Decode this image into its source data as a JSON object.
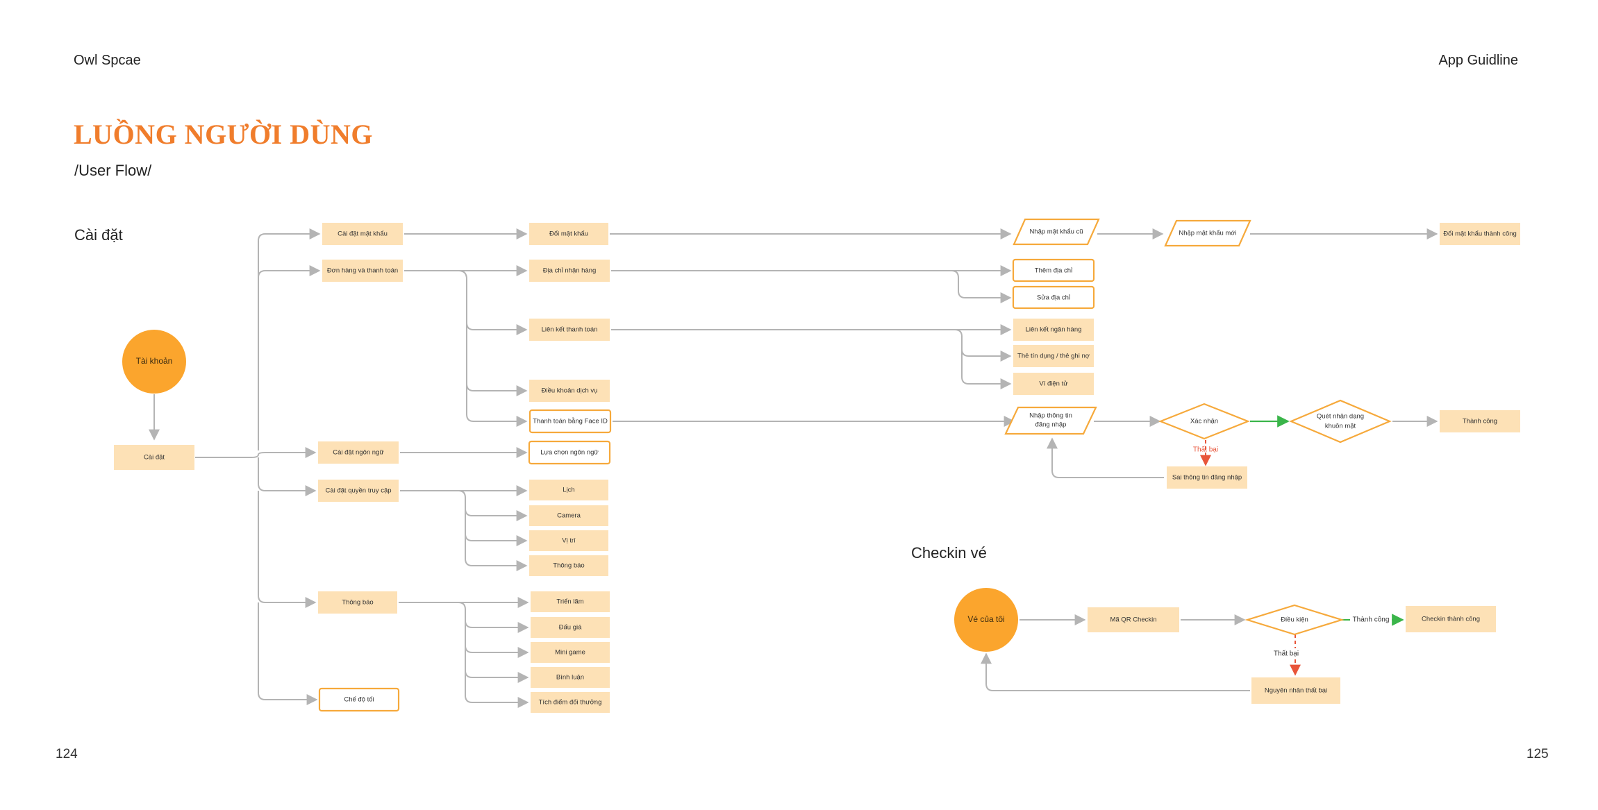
{
  "header": {
    "left": "Owl Spcae",
    "right": "App Guidline"
  },
  "title": "LUỒNG NGƯỜI DÙNG",
  "subtitle": "/User Flow/",
  "sections": {
    "settings": "Cài đặt",
    "checkin": "Checkin vé"
  },
  "pages": {
    "left": "124",
    "right": "125"
  },
  "colors": {
    "accent": "#f07d2c",
    "circle": "#fba52d",
    "node_fill": "#fde1b6",
    "node_border": "#f6a93b",
    "edge": "#b4b4b4",
    "success": "#3ab54a",
    "fail": "#e8553a"
  },
  "nodes": {
    "tai_khoan": "Tài khoản",
    "cai_dat": "Cài đặt",
    "cai_dat_mat_khau": "Cài đặt mật khẩu",
    "don_hang": "Đơn hàng và thanh toán",
    "cai_dat_ngon_ngu": "Cài đặt ngôn ngữ",
    "cai_dat_quyen": "Cài đặt quyền truy cập",
    "thong_bao_group": "Thông báo",
    "che_do_toi": "Chế độ tối",
    "doi_mat_khau": "Đổi mật khẩu",
    "dia_chi": "Địa chỉ nhận hàng",
    "lien_ket_tt": "Liên kết thanh toán",
    "dieu_khoan": "Điều khoản dịch vụ",
    "face_id": "Thanh toán bằng Face ID",
    "lua_chon_ngon_ngu": "Lựa chọn ngôn ngữ",
    "lich": "Lịch",
    "camera": "Camera",
    "vi_tri": "Vị trí",
    "thong_bao_perm": "Thông báo",
    "trien_lam": "Triển lãm",
    "dau_gia": "Đấu giá",
    "mini_game": "Mini game",
    "binh_luan": "Bình luận",
    "tich_diem": "Tích điểm đổi thưởng",
    "nhap_mk_cu": "Nhập mật khẩu cũ",
    "nhap_mk_moi": "Nhập mật khẩu mới",
    "doi_mk_tc": "Đổi mật khẩu thành công",
    "them_dia_chi": "Thêm địa chỉ",
    "sua_dia_chi": "Sửa địa chỉ",
    "lien_ket_nh": "Liên kết ngân hàng",
    "the_tin_dung": "Thẻ tín dụng / thẻ ghi nợ",
    "vi_dien_tu": "Ví điện tử",
    "nhap_tt_1": "Nhập thông tin",
    "nhap_tt_2": "đăng nhập",
    "xac_nhan": "Xác nhận",
    "quet_1": "Quét nhận dạng",
    "quet_2": "khuôn mặt",
    "thanh_cong": "Thành công",
    "that_bai": "Thất bại",
    "sai_tt": "Sai thông tin đăng nhập",
    "ve_cua_toi": "Vé của tôi",
    "ma_qr": "Mã QR Checkin",
    "dieu_kien": "Điều kiện",
    "thanh_cong_edge": "Thành công",
    "checkin_tc": "Checkin thành công",
    "that_bai_2": "Thất bại",
    "nguyen_nhan": "Nguyên nhân thất bại"
  }
}
